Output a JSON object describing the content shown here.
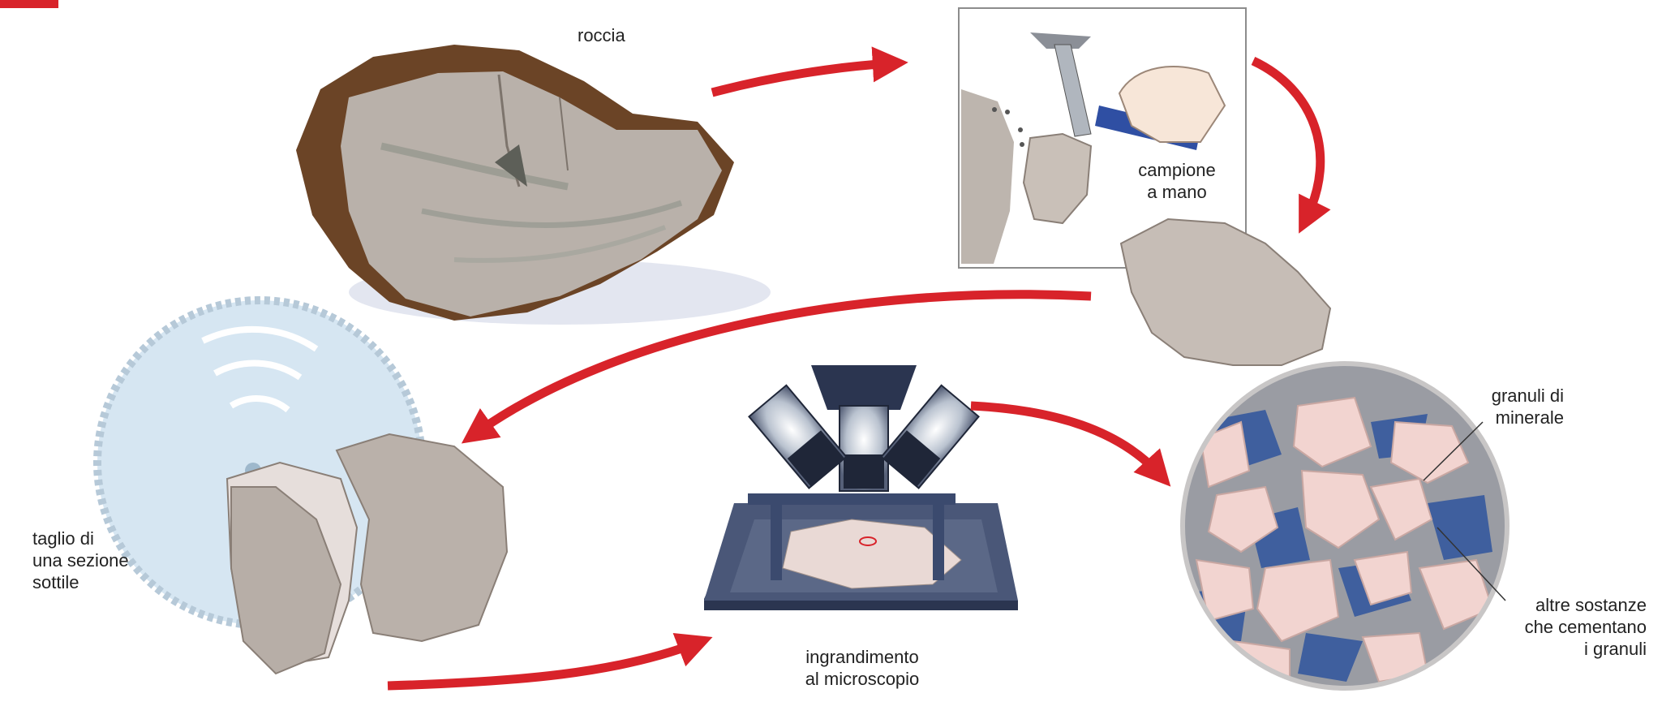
{
  "labels": {
    "rock": "roccia",
    "hand_sample": "campione\na mano",
    "thin_section": "taglio di\nuna sezione\nsottile",
    "magnification": "ingrandimento\nal microscopio",
    "mineral_grains": "granuli di\nminerale",
    "cement": "altre sostanze\nche cementano\ni granuli"
  },
  "colors": {
    "arrow": "#d8232a",
    "rock": "#b9b1aa",
    "rock_dark": "#8a7f77",
    "rock_crust": "#5a3a1e",
    "grain": "#f2d4d0",
    "cement_blue": "#3f5f9e",
    "matrix_gray": "#9a9ca3",
    "microscope_dark": "#2b3550",
    "blade": "#d6e6f2"
  }
}
